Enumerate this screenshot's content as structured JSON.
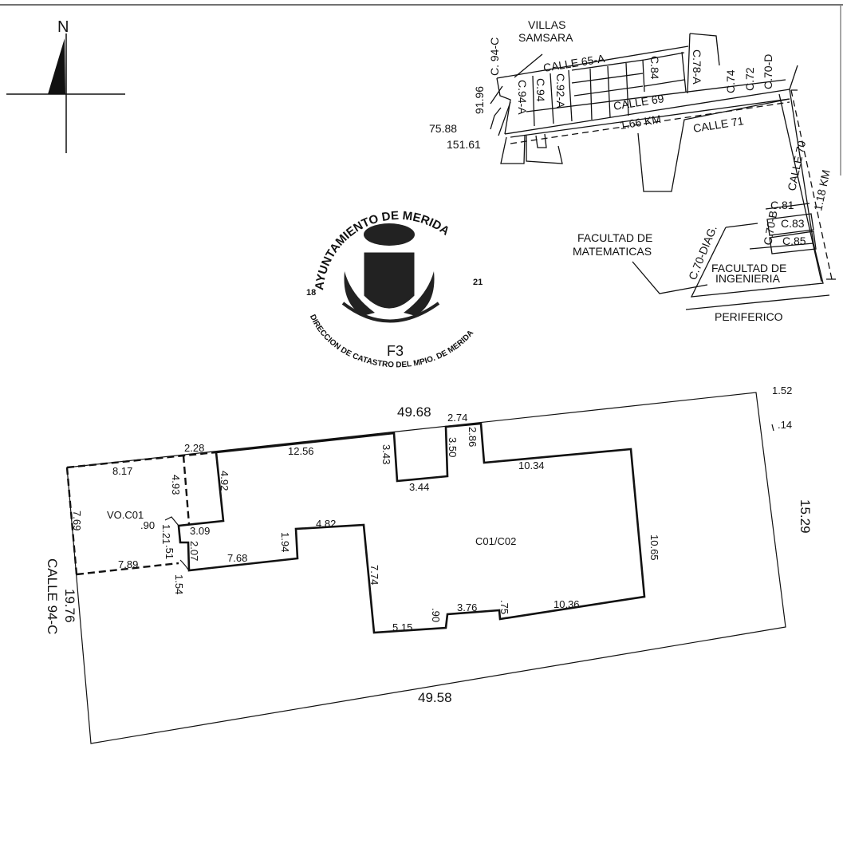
{
  "north_arrow": {
    "label": "N"
  },
  "locator_map": {
    "subdivision": "VILLAS SAMSARA",
    "subdivision_line1": "VILLAS",
    "subdivision_line2": "SAMSARA",
    "streets": {
      "c94c": "C. 94-C",
      "calle65a": "CALLE 65-A",
      "c94a": "C.94-A",
      "c94": "C.94",
      "c92a": "C.92-A",
      "c84": "C.84",
      "c78a": "C.78-A",
      "calle69": "CALLE 69",
      "c74": "C.74",
      "c72": "C.72",
      "c70d": "C.70-D",
      "calle71": "CALLE 71",
      "calle70": "CALLE 70",
      "c81": "C.81",
      "c70b": "C.70-B",
      "c83": "C.83",
      "c85": "C.85",
      "c70diag": "C.70-DIAG.",
      "periferico": "PERIFERICO"
    },
    "distances": {
      "d1": "91.96",
      "d2": "75.88",
      "d3": "151.61",
      "km_horizontal": "1.66 KM",
      "km_vertical": "1.18 KM"
    },
    "landmarks": {
      "fac_mat_1": "FACULTAD DE",
      "fac_mat_2": "MATEMATICAS",
      "fac_ing_1": "FACULTAD DE",
      "fac_ing_2": "INGENIERIA"
    }
  },
  "seal": {
    "top_text": "AYUNTAMIENTO DE MERIDA",
    "year_left": "18",
    "year_right": "21",
    "bottom_text": "DIRECCION DE CATASTRO DEL MPIO. DE MERIDA",
    "code": "F3"
  },
  "plan": {
    "street": "CALLE 94-C",
    "areas": {
      "open": "VO.C01",
      "built": "C01/C02"
    },
    "lot_dims": {
      "top": "49.68",
      "bottom": "49.58",
      "left": "19.76",
      "right": "15.29",
      "top_right_a": "1.52",
      "top_right_b": ".14"
    },
    "building_dims": {
      "d_274": "2.74",
      "d_228": "2.28",
      "d_1256": "12.56",
      "d_817": "8.17",
      "d_343": "3.43",
      "d_350": "3.50",
      "d_286": "2.86",
      "d_344": "3.44",
      "d_493": "4.93",
      "d_492": "4.92",
      "d_1034": "10.34",
      "d_090a": ".90",
      "d_121": "1.21",
      "d_051": ".51",
      "d_309": "3.09",
      "d_207": "2.07",
      "d_789": "7.89",
      "d_768": "7.68",
      "d_194": "1.94",
      "d_482": "4.82",
      "d_774": "7.74",
      "d_154": "1.54",
      "d_769": "7.69",
      "d_1065": "10.65",
      "d_515": "5.15",
      "d_090b": ".90",
      "d_376": "3.76",
      "d_075": ".75",
      "d_1036": "10.36"
    }
  }
}
